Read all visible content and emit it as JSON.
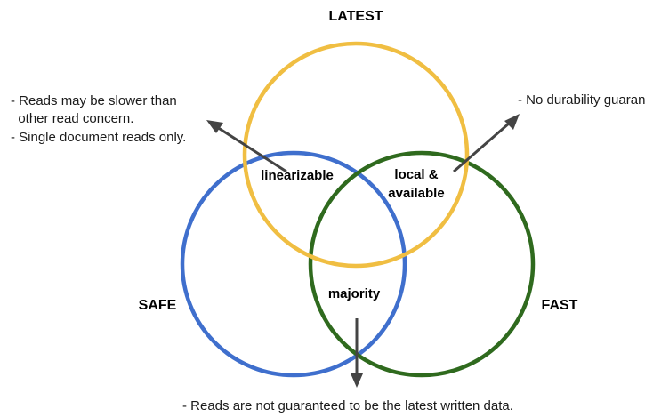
{
  "diagram": {
    "circles": {
      "latest": {
        "label": "LATEST",
        "color": "#f0be42"
      },
      "safe": {
        "label": "SAFE",
        "color": "#3f6fcd"
      },
      "fast": {
        "label": "FAST",
        "color": "#2f6a1e"
      }
    },
    "regions": {
      "linearizable": "linearizable",
      "local_available_line1": "local &",
      "local_available_line2": "available",
      "majority": "majority"
    },
    "notes": {
      "linearizable_line1": "- Reads may be slower than",
      "linearizable_line2": "  other read concern.",
      "linearizable_line3": "- Single document reads only.",
      "local_available": "- No durability guaran",
      "majority": "- Reads are not guaranteed to be the latest written data."
    }
  }
}
